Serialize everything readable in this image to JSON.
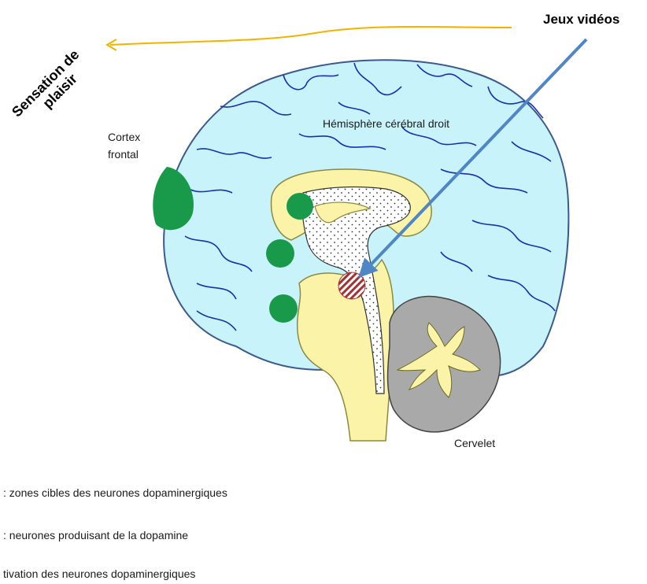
{
  "labels": {
    "sensation": [
      "Sensation de",
      "plaisir"
    ],
    "jeux_videos": "Jeux vidéos",
    "cortex": [
      "Cortex",
      "frontal"
    ],
    "hemisphere": "Hémisphère cérébral droit",
    "cervelet": "Cervelet"
  },
  "legend": [
    {
      "text": ": zones cibles des neurones dopaminergiques"
    },
    {
      "text": ": neurones produisant de la dopamine"
    },
    {
      "text": "tivation des neurones dopaminergiques"
    }
  ],
  "colors": {
    "brain_fill": "#c9f3fa",
    "brain_outline": "#3b5a8f",
    "sulci": "#1c2fb0",
    "midbrain_fill": "#faf3a8",
    "midbrain_outline": "#8a8a40",
    "target_zone": "#199a4a",
    "cerebellum_fill": "#a9a9a9",
    "arrow_blue": "#4f86c6",
    "pleasure_arrow": "#f0b400",
    "dopamine_stripes": "#a63333"
  }
}
